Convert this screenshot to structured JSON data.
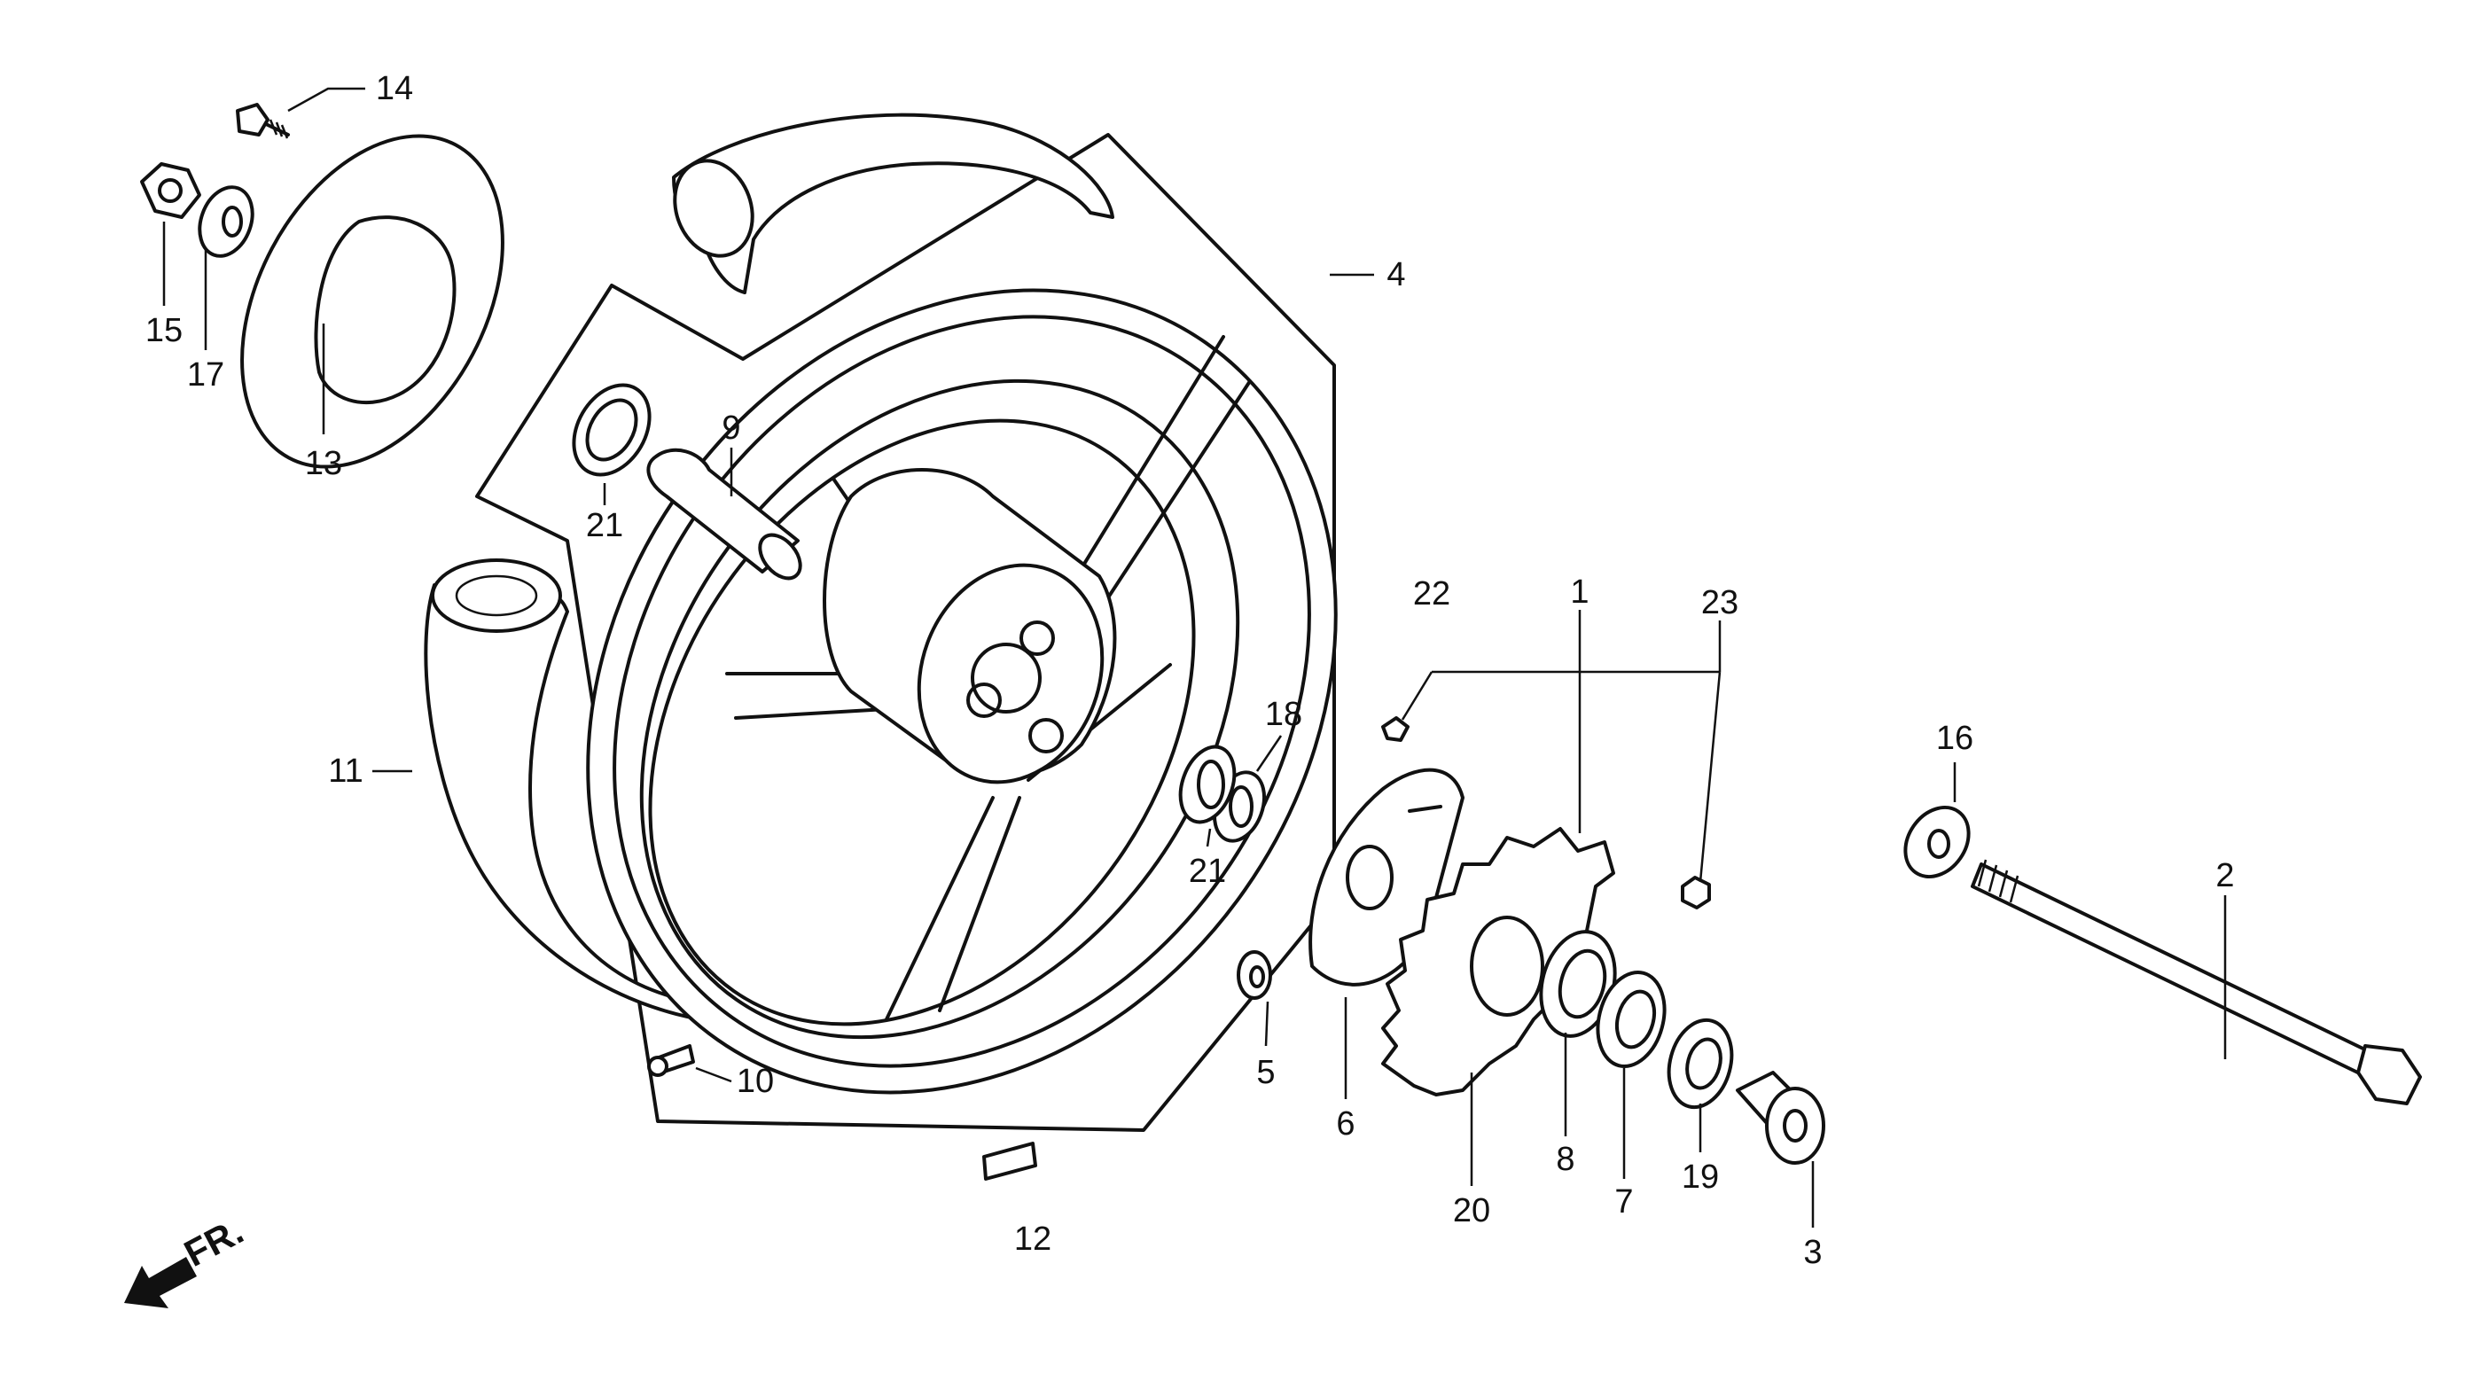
{
  "diagram": {
    "part_numbers": {
      "p1": "1",
      "p2": "2",
      "p3": "3",
      "p4": "4",
      "p5": "5",
      "p6": "6",
      "p7": "7",
      "p8": "8",
      "p9": "9",
      "p10": "10",
      "p11": "11",
      "p12": "12",
      "p13": "13",
      "p14": "14",
      "p15": "15",
      "p16": "16",
      "p17": "17",
      "p18": "18",
      "p19": "19",
      "p20": "20",
      "p21a": "21",
      "p21b": "21",
      "p22": "22",
      "p23": "23"
    },
    "direction_label": "FR."
  }
}
